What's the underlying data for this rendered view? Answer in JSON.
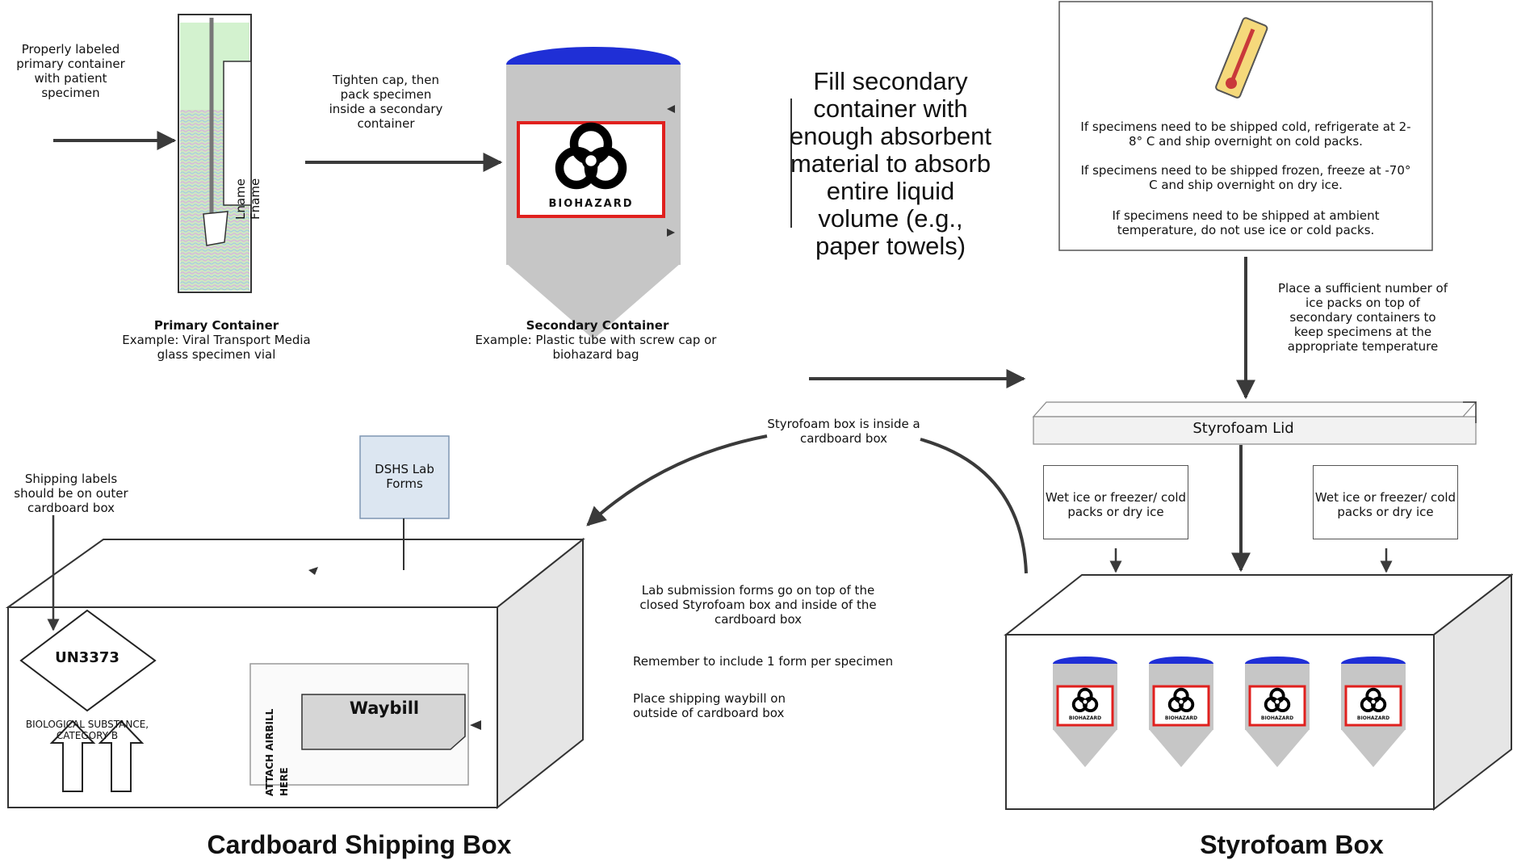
{
  "primary": {
    "label_note": "Properly labeled primary container with patient specimen",
    "vial_label": "Lname Fname",
    "title": "Primary Container",
    "example": "Example: Viral Transport Media glass specimen vial"
  },
  "secondary": {
    "step_note": "Tighten cap, then pack specimen inside a secondary container",
    "biohazard_label": "BIOHAZARD",
    "title": "Secondary Container",
    "example": "Example: Plastic tube with screw cap or biohazard bag"
  },
  "fill_instruction": "Fill secondary container with enough absorbent material to absorb entire liquid volume (e.g., paper towels)",
  "temperature_box": {
    "cold": "If specimens need to be shipped cold, refrigerate at 2-8° C and ship overnight on cold packs.",
    "frozen": "If specimens need to be shipped frozen, freeze at -70° C and ship overnight on dry ice.",
    "ambient": "If specimens need to be shipped at ambient temperature, do not use ice or cold packs."
  },
  "ice_note": "Place a sufficient number of ice packs on top of secondary containers to keep specimens at the appropriate temperature",
  "styrofoam": {
    "lid": "Styrofoam Lid",
    "left_coolant": "Wet ice or freezer/ cold packs or dry ice",
    "right_coolant": "Wet ice or freezer/ cold packs or dry ice",
    "tube_label": "BIOHAZARD",
    "title": "Styrofoam Box"
  },
  "styro_in_cardboard": "Styrofoam box is inside a cardboard box",
  "cardboard": {
    "shipping_note": "Shipping labels should be on outer cardboard box",
    "forms_tag": "DSHS Lab Forms",
    "un_code": "UN3373",
    "bio_substance": "BIOLOGICAL SUBSTANCE, CATEGORY B",
    "attach_airbill": "ATTACH AIRBILL HERE",
    "waybill": "Waybill",
    "title": "Cardboard Shipping Box"
  },
  "notes": {
    "lab_forms": "Lab submission forms go on top of the closed Styrofoam box and inside of the cardboard box",
    "one_form": "Remember to include 1 form per specimen",
    "waybill": "Place shipping waybill on outside of cardboard box"
  },
  "colors": {
    "cap": "#1f2fd6",
    "tube": "#c6c6c6",
    "bio_border": "#e0201e",
    "styro_lid": "#f2f2f2",
    "forms_tag": "#dce6f1",
    "vial_fluid": "#d6e8c0"
  }
}
